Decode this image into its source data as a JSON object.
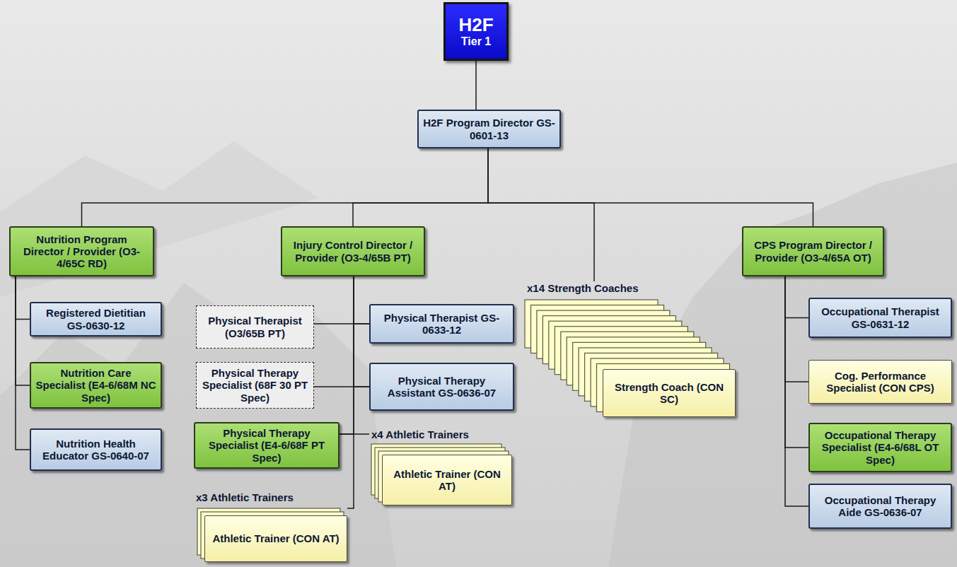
{
  "diagram": {
    "nodes": [
      {
        "text": [
          "H2F",
          "Tier 1"
        ]
      },
      {
        "text": [
          "H2F Program Director GS-0601-13"
        ]
      },
      {
        "text": [
          "Nutrition Program Director / Provider (O3-4/65C RD)"
        ]
      },
      {
        "text": [
          "Injury Control Director / Provider (O3-4/65B PT)"
        ]
      },
      {
        "text": [
          "x14 Strength Coaches",
          "Strength Coach (CON SC)"
        ]
      },
      {
        "text": [
          "CPS Program Director / Provider (O3-4/65A OT)"
        ]
      },
      {
        "text": [
          "Registered Dietitian GS-0630-12"
        ]
      },
      {
        "text": [
          "Nutrition Care Specialist (E4-6/68M NC Spec)"
        ]
      },
      {
        "text": [
          "Nutrition Health Educator GS-0640-07"
        ]
      },
      {
        "text": [
          "Physical Therapist (O3/65B PT)"
        ]
      },
      {
        "text": [
          "Physical Therapist GS-0633-12"
        ]
      },
      {
        "text": [
          "Physical Therapy Specialist (68F 30 PT Spec)"
        ]
      },
      {
        "text": [
          "Physical Therapy Assistant GS-0636-07"
        ]
      },
      {
        "text": [
          "Physical Therapy Specialist (E4-6/68F PT Spec)"
        ]
      },
      {
        "text": [
          "x4 Athletic Trainers",
          "Athletic Trainer (CON AT)"
        ]
      },
      {
        "text": [
          "x3 Athletic Trainers",
          "Athletic Trainer (CON AT)"
        ]
      },
      {
        "text": [
          "Occupational Therapist GS-0631-12"
        ]
      },
      {
        "text": [
          "Cog. Performance Specialist (CON CPS)"
        ]
      },
      {
        "text": [
          "Occupational Therapy Specialist (E4-6/68L OT Spec)"
        ]
      },
      {
        "text": [
          "Occupational Therapy Aide GS-0636-07"
        ]
      }
    ],
    "edges": [
      {
        "from": 0,
        "to": 1,
        "arrow": "none"
      },
      {
        "from": 1,
        "to": 2,
        "arrow": "none"
      },
      {
        "from": 1,
        "to": 3,
        "arrow": "none"
      },
      {
        "from": 1,
        "to": 4,
        "arrow": "none"
      },
      {
        "from": 1,
        "to": 5,
        "arrow": "none"
      },
      {
        "from": 2,
        "to": 6,
        "arrow": "none"
      },
      {
        "from": 2,
        "to": 7,
        "arrow": "none"
      },
      {
        "from": 2,
        "to": 8,
        "arrow": "none"
      },
      {
        "from": 3,
        "to": 10,
        "arrow": "none"
      },
      {
        "from": 3,
        "to": 12,
        "arrow": "none"
      },
      {
        "from": 3,
        "to": 13,
        "arrow": "none"
      },
      {
        "from": 3,
        "to": 15,
        "arrow": "none"
      },
      {
        "from": 9,
        "to": 10,
        "arrow": "none"
      },
      {
        "from": 11,
        "to": 12,
        "arrow": "none"
      },
      {
        "from": 13,
        "to": 14,
        "arrow": "none"
      },
      {
        "from": 5,
        "to": 16,
        "arrow": "none"
      },
      {
        "from": 5,
        "to": 17,
        "arrow": "none"
      },
      {
        "from": 5,
        "to": 18,
        "arrow": "none"
      },
      {
        "from": 5,
        "to": 19,
        "arrow": "none"
      }
    ]
  }
}
